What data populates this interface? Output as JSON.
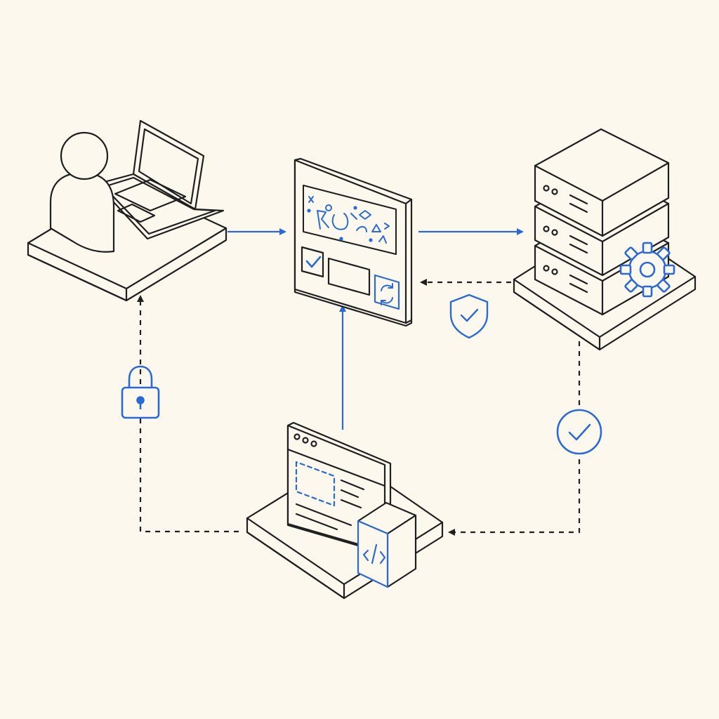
{
  "diagram": {
    "background": "#fdf8ee",
    "ink": "#1f1f1f",
    "accent": "#2a6ad8",
    "nodes": [
      {
        "id": "user",
        "icon": "person-at-laptop-icon"
      },
      {
        "id": "captcha",
        "icon": "captcha-challenge-panel-icon"
      },
      {
        "id": "server",
        "icon": "server-stack-with-gear-icon"
      },
      {
        "id": "webapp",
        "icon": "browser-window-with-code-module-icon"
      }
    ],
    "edges": [
      {
        "from": "user",
        "to": "captcha",
        "style": "solid",
        "color": "accent"
      },
      {
        "from": "captcha",
        "to": "server",
        "style": "solid",
        "color": "accent"
      },
      {
        "from": "server",
        "to": "captcha",
        "style": "dashed",
        "color": "ink",
        "badge": "shield-check-icon"
      },
      {
        "from": "server",
        "to": "webapp",
        "style": "dashed",
        "color": "ink",
        "badge": "check-circle-icon"
      },
      {
        "from": "webapp",
        "to": "captcha",
        "style": "solid",
        "color": "accent"
      },
      {
        "from": "webapp",
        "to": "user",
        "style": "dashed",
        "color": "ink",
        "badge": "padlock-icon"
      }
    ]
  }
}
